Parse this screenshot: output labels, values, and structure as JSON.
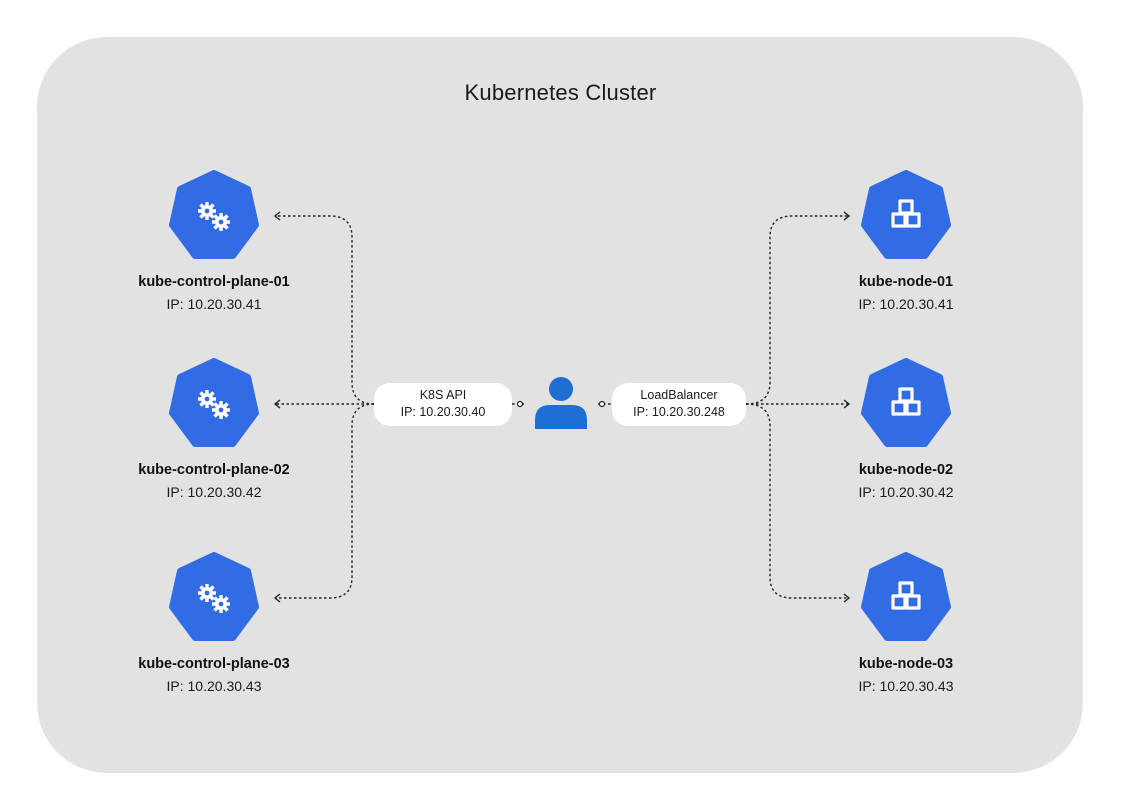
{
  "cluster": {
    "title": "Kubernetes Cluster"
  },
  "control_planes": [
    {
      "name": "kube-control-plane-01",
      "ip": "IP: 10.20.30.41",
      "icon": "gears-icon"
    },
    {
      "name": "kube-control-plane-02",
      "ip": "IP: 10.20.30.42",
      "icon": "gears-icon"
    },
    {
      "name": "kube-control-plane-03",
      "ip": "IP: 10.20.30.43",
      "icon": "gears-icon"
    }
  ],
  "workers": [
    {
      "name": "kube-node-01",
      "ip": "IP: 10.20.30.41",
      "icon": "cubes-icon"
    },
    {
      "name": "kube-node-02",
      "ip": "IP: 10.20.30.42",
      "icon": "cubes-icon"
    },
    {
      "name": "kube-node-03",
      "ip": "IP: 10.20.30.43",
      "icon": "cubes-icon"
    }
  ],
  "api_endpoint": {
    "title": "K8S API",
    "ip": "IP: 10.20.30.40"
  },
  "load_balancer": {
    "title": "LoadBalancer",
    "ip": "IP: 10.20.30.248"
  },
  "user": {
    "icon": "user-icon"
  },
  "colors": {
    "node": "#326ce5",
    "user": "#1f6ed4",
    "cluster_bg": "#e2e2e2",
    "line": "#222222"
  }
}
